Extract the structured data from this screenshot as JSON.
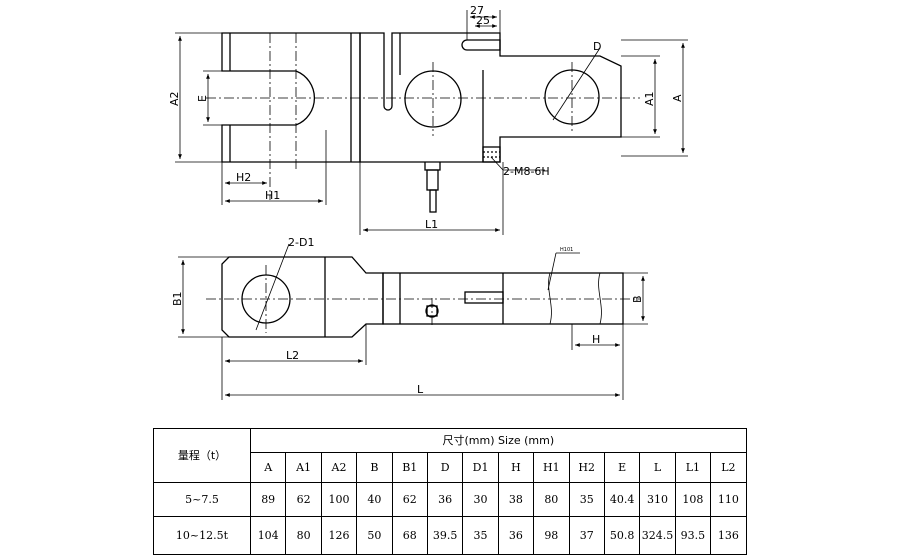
{
  "drawing": {
    "top": {
      "dim_27": "27",
      "dim_25": "25",
      "label_D": "D",
      "label_A2": "A2",
      "label_E": "E",
      "label_A1": "A1",
      "label_A": "A",
      "label_H2": "H2",
      "label_H1": "H1",
      "label_L1": "L1",
      "label_thread": "2-M8-6H"
    },
    "bottom": {
      "label_2D1": "2-D1",
      "label_B1": "B1",
      "label_B": "B",
      "label_H": "H",
      "label_L2": "L2",
      "label_L": "L",
      "label_tiny": "H101"
    }
  },
  "table": {
    "capacity_header": "量程（t）",
    "size_header": "尺寸(mm) Size (mm)",
    "columns": [
      "A",
      "A1",
      "A2",
      "B",
      "B1",
      "D",
      "D1",
      "H",
      "H1",
      "H2",
      "E",
      "L",
      "L1",
      "L2"
    ],
    "rows": [
      {
        "capacity": "5~7.5",
        "values": [
          "89",
          "62",
          "100",
          "40",
          "62",
          "36",
          "30",
          "38",
          "80",
          "35",
          "40.4",
          "310",
          "108",
          "110"
        ]
      },
      {
        "capacity": "10~12.5t",
        "values": [
          "104",
          "80",
          "126",
          "50",
          "68",
          "39.5",
          "35",
          "36",
          "98",
          "37",
          "50.8",
          "324.5",
          "93.5",
          "136"
        ]
      }
    ]
  }
}
